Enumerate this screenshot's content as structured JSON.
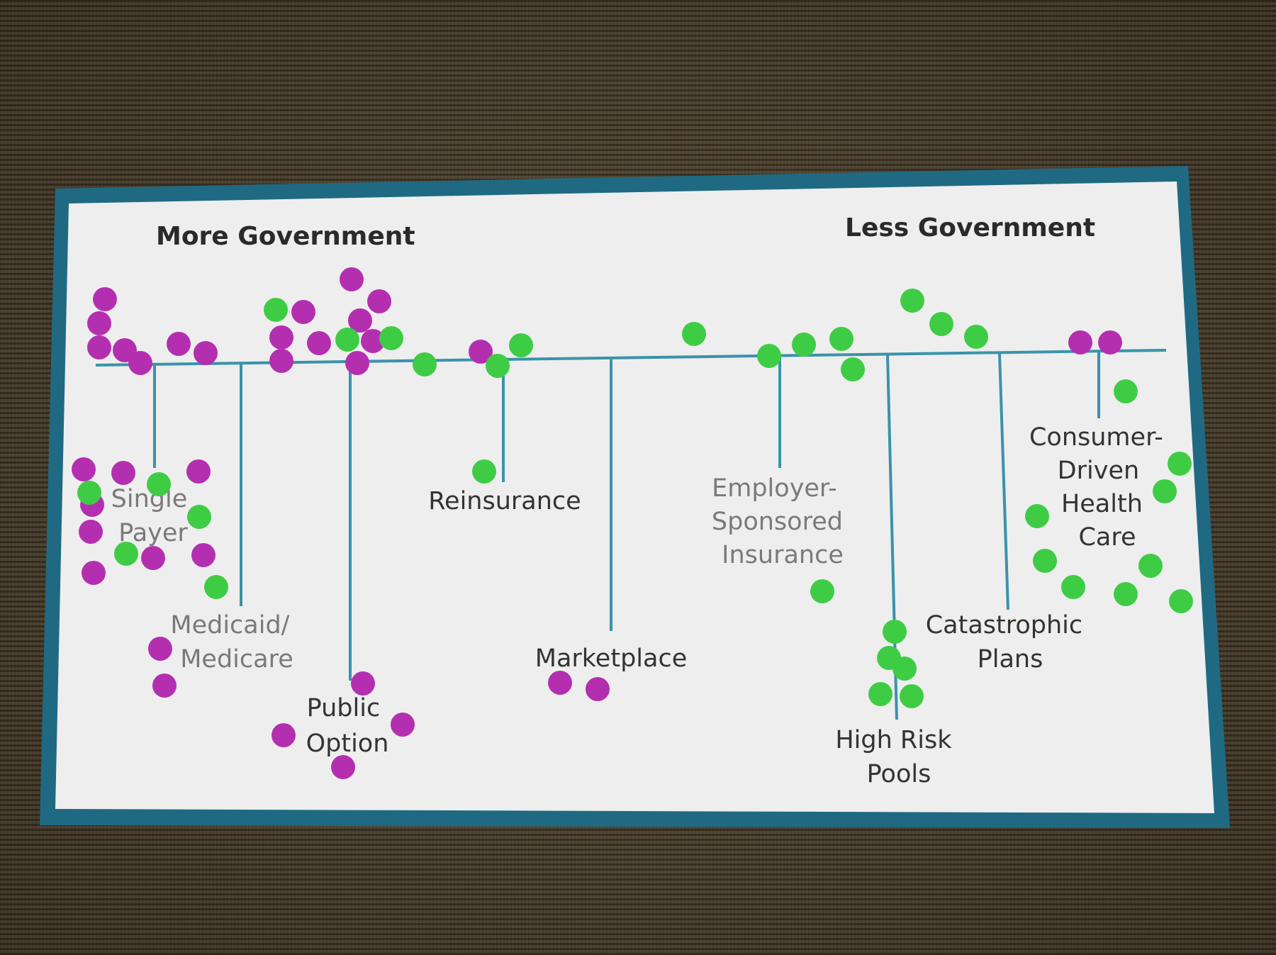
{
  "poster": {
    "left_heading": "More Government",
    "right_heading": "Less Government",
    "colors": {
      "border": "#1f6a82",
      "paper": "#eeeeee",
      "line": "#3a93ab",
      "label": "#333333",
      "faded_label": "#7a7a7a",
      "magenta_dot": "#b42fb0",
      "green_dot": "#3fcc45"
    },
    "options": [
      {
        "lines": [
          "Single",
          "Payer"
        ],
        "faded": true
      },
      {
        "lines": [
          "Medicaid/",
          "Medicare"
        ],
        "faded": true
      },
      {
        "lines": [
          "Public",
          "Option"
        ],
        "faded": false
      },
      {
        "lines": [
          "Reinsurance"
        ],
        "faded": false
      },
      {
        "lines": [
          "Marketplace"
        ],
        "faded": false
      },
      {
        "lines": [
          "Employer-",
          "Sponsored",
          "Insurance"
        ],
        "faded": true
      },
      {
        "lines": [
          "High Risk",
          "Pools"
        ],
        "faded": false
      },
      {
        "lines": [
          "Catastrophic",
          "Plans"
        ],
        "faded": false
      },
      {
        "lines": [
          "Consumer-",
          "Driven",
          "Health",
          "Care"
        ],
        "faded": false
      }
    ]
  }
}
